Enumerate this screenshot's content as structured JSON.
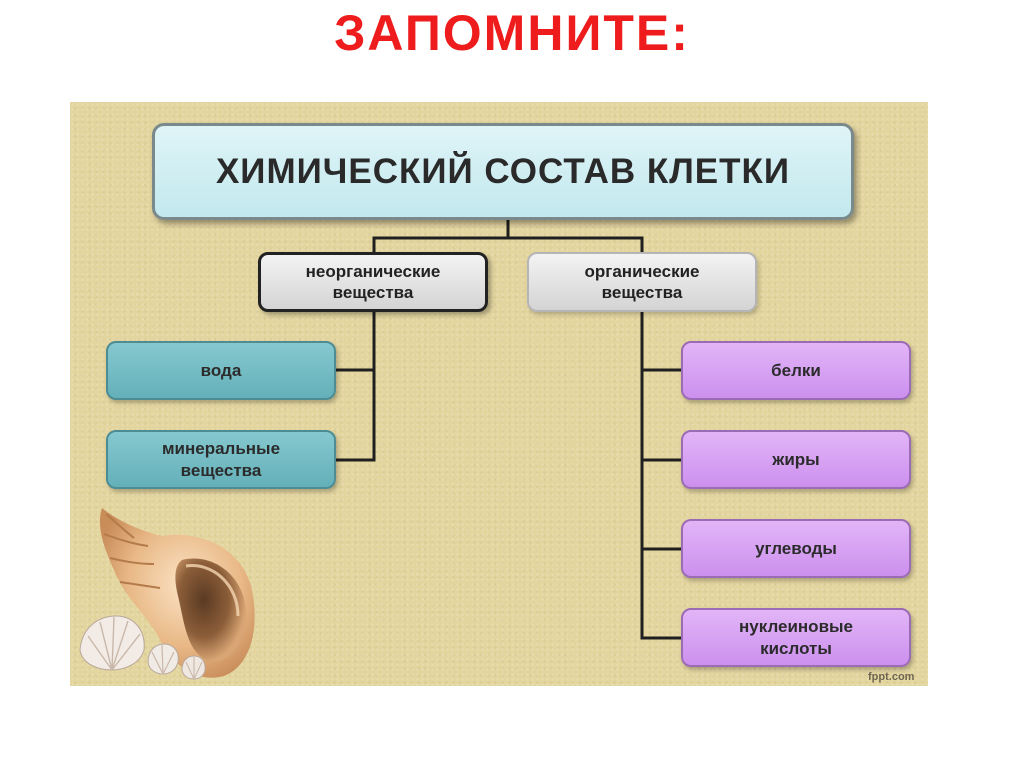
{
  "slide": {
    "heading": "ЗАПОМНИТЕ:"
  },
  "diagram": {
    "root": "ХИМИЧЕСКИЙ СОСТАВ КЛЕТКИ",
    "inorganic": {
      "label_line1": "неорганические",
      "label_line2": "вещества",
      "items": [
        "вода",
        "минеральные вещества"
      ]
    },
    "organic": {
      "label_line1": "органические",
      "label_line2": "вещества",
      "items": [
        "белки",
        "жиры",
        "углеводы",
        "нуклеиновые кислоты"
      ]
    }
  },
  "watermark": "fppt.com",
  "decoration": {
    "illustration": "seashells-icon"
  },
  "colors": {
    "heading": "#ee1c1c",
    "panel": "#e3d59e",
    "root_box": "#c2e9ee",
    "category_box": "#d4d4d4",
    "inorganic_items": "#64b0b9",
    "organic_items": "#cc90ee"
  }
}
